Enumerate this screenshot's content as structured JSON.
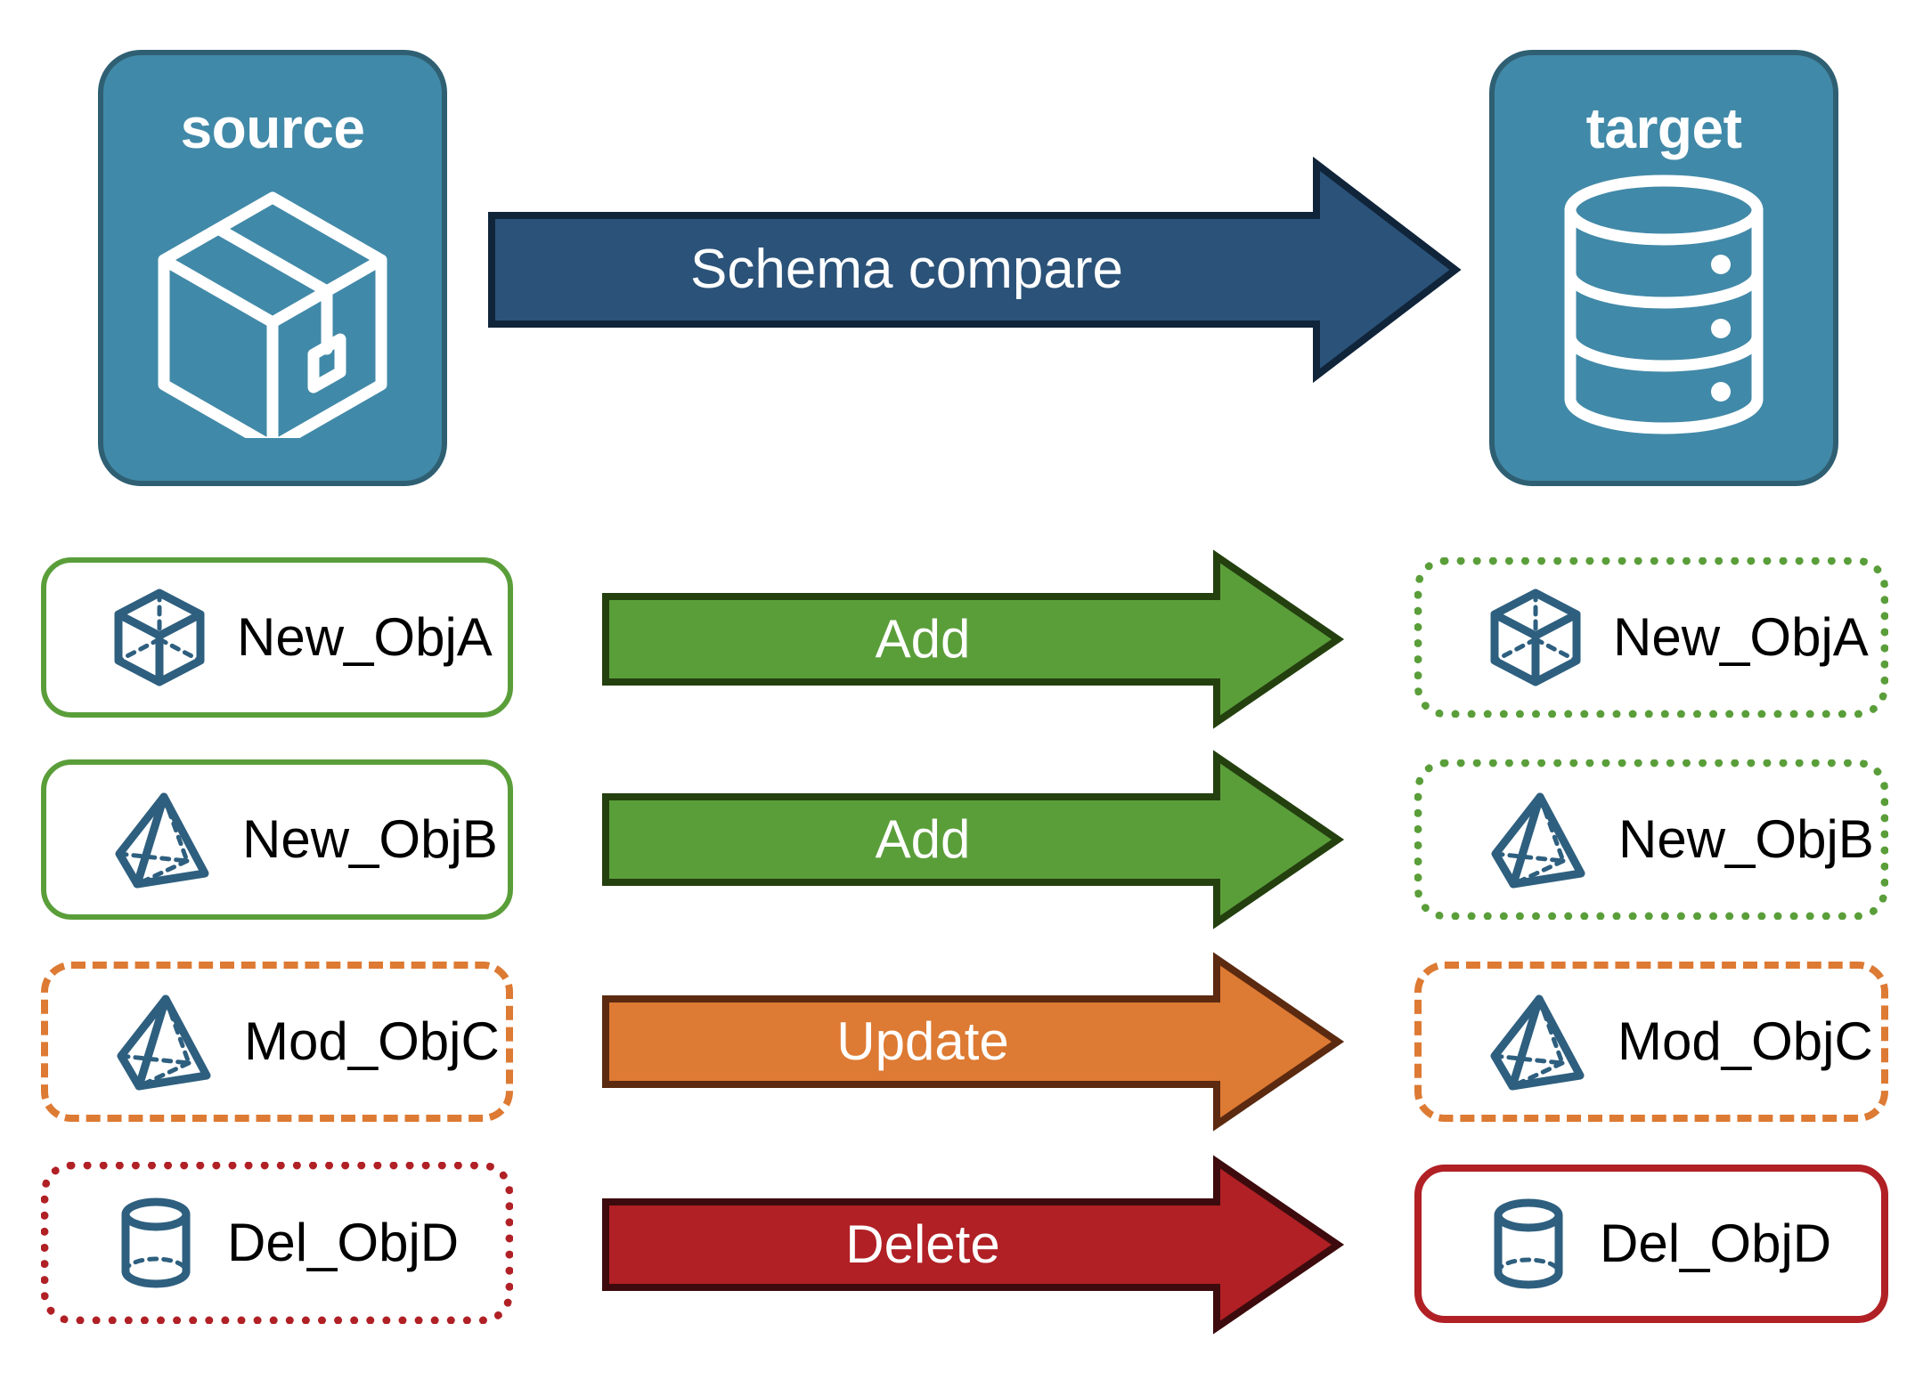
{
  "diagram": {
    "title": "Schema compare source to target",
    "background": "#ffffff"
  },
  "endpoints": {
    "source": {
      "label": "source",
      "icon": "package-box-icon",
      "fill": "#4189a8",
      "border": "#2f5f72"
    },
    "target": {
      "label": "target",
      "icon": "database-cylinder-icon",
      "fill": "#4189a8",
      "border": "#2f5f72"
    }
  },
  "main_arrow": {
    "label": "Schema compare",
    "fill": "#2b5278",
    "stroke": "#10243a"
  },
  "colors": {
    "green": "#5a9e3a",
    "green_dark": "#24400f",
    "orange": "#dd7a33",
    "orange_dark": "#5b2a10",
    "red": "#b02025",
    "red_dark": "#3d0b0d",
    "icon_blue": "#2e5f7f",
    "teal": "#4189a8",
    "navy": "#2b5278"
  },
  "rows": [
    {
      "action": "Add",
      "arrow_fill": "#5a9e3a",
      "arrow_stroke": "#24400f",
      "source": {
        "label": "New_ObjA",
        "icon": "wireframe-cube-icon",
        "border_style": "solid",
        "border_color": "#5a9e3a"
      },
      "target": {
        "label": "New_ObjA",
        "icon": "wireframe-cube-icon",
        "border_style": "dotted",
        "border_color": "#5a9e3a"
      }
    },
    {
      "action": "Add",
      "arrow_fill": "#5a9e3a",
      "arrow_stroke": "#24400f",
      "source": {
        "label": "New_ObjB",
        "icon": "wireframe-pyramid-icon",
        "border_style": "solid",
        "border_color": "#5a9e3a"
      },
      "target": {
        "label": "New_ObjB",
        "icon": "wireframe-pyramid-icon",
        "border_style": "dotted",
        "border_color": "#5a9e3a"
      }
    },
    {
      "action": "Update",
      "arrow_fill": "#dd7a33",
      "arrow_stroke": "#5b2a10",
      "source": {
        "label": "Mod_ObjC",
        "icon": "wireframe-pyramid-icon",
        "border_style": "dashed",
        "border_color": "#dd7a33"
      },
      "target": {
        "label": "Mod_ObjC",
        "icon": "wireframe-pyramid-icon",
        "border_style": "dashed",
        "border_color": "#dd7a33"
      }
    },
    {
      "action": "Delete",
      "arrow_fill": "#b02025",
      "arrow_stroke": "#3d0b0d",
      "source": {
        "label": "Del_ObjD",
        "icon": "wireframe-cylinder-icon",
        "border_style": "dotted",
        "border_color": "#b02025"
      },
      "target": {
        "label": "Del_ObjD",
        "icon": "wireframe-cylinder-icon",
        "border_style": "solid",
        "border_color": "#b02025"
      }
    }
  ]
}
